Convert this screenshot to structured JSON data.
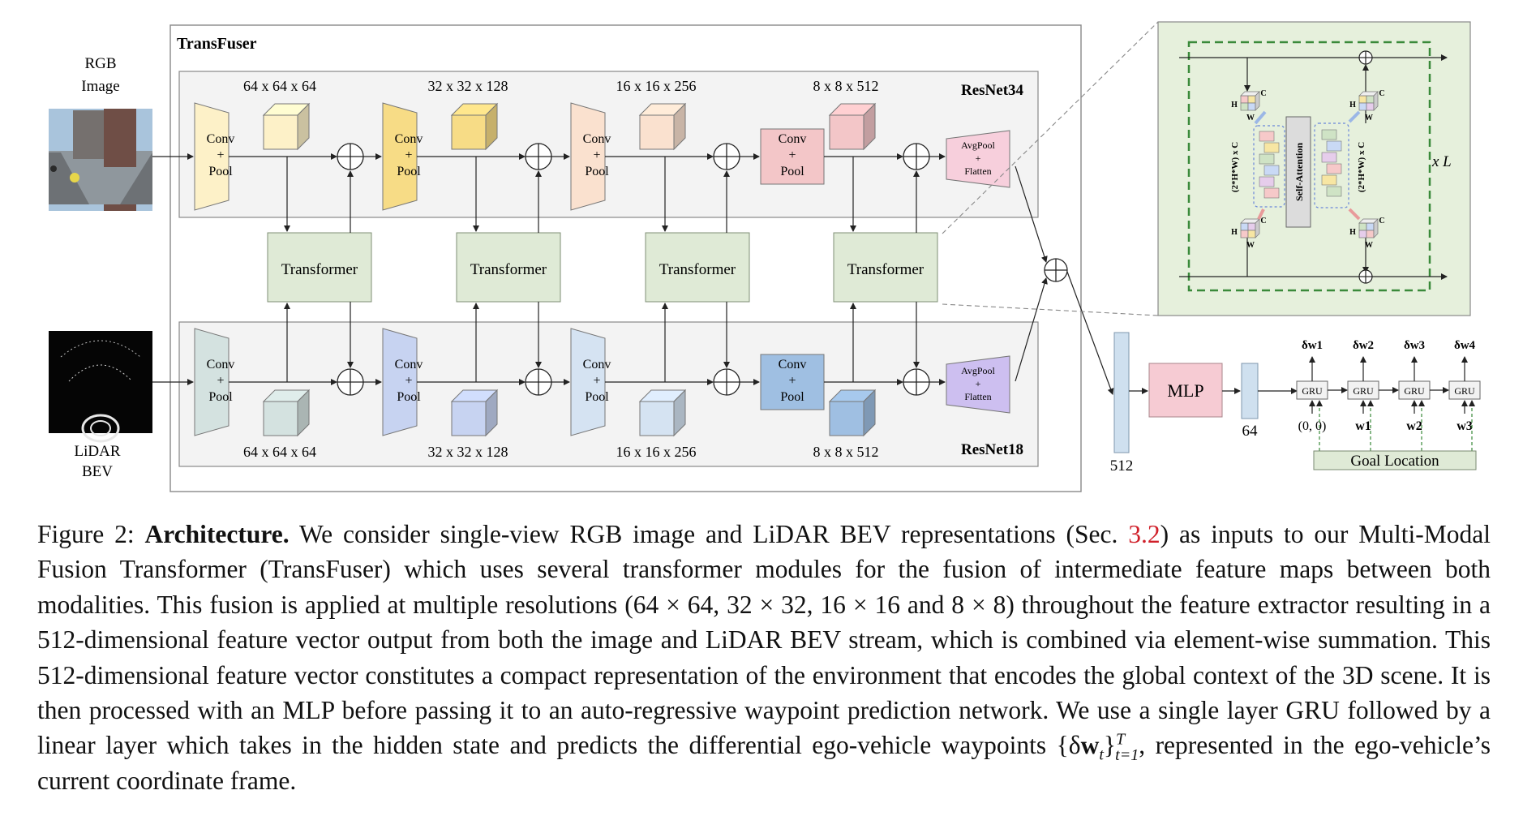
{
  "figure": {
    "transfuser_label": "TransFuser",
    "rgb_input": {
      "line1": "RGB",
      "line2": "Image"
    },
    "lidar_input": {
      "line1": "LiDAR",
      "line2": "BEV"
    },
    "image_backbone": "ResNet34",
    "lidar_backbone": "ResNet18",
    "conv_block": {
      "line1": "Conv",
      "line2": "+",
      "line3": "Pool"
    },
    "avgpool_block": {
      "line1": "AvgPool",
      "line2": "+",
      "line3": "Flatten"
    },
    "transformer_label": "Transformer",
    "feature_dims": [
      "64 x 64 x 64",
      "32 x 32 x 128",
      "16 x 16 x 256",
      "8 x 8 x 512"
    ],
    "fused_vector_dim": "512",
    "mlp_label": "MLP",
    "hidden_dim": "64",
    "gru_label": "GRU",
    "gru_outputs": [
      "δw1",
      "δw2",
      "δw3",
      "δw4"
    ],
    "gru_inputs": [
      "(0, 0)",
      "w1",
      "w2",
      "w3"
    ],
    "goal_location": "Goal Location",
    "inset": {
      "self_attention": "Self-Attention",
      "token_dim": "(2*H*W) x C",
      "repeat": "x L",
      "h": "H",
      "w": "W",
      "c": "C"
    }
  },
  "colors": {
    "stage1_img": "#fdf1c8",
    "stage2_img": "#f7dc86",
    "stage3_img": "#fae1cf",
    "stage4_img": "#f3c6c8",
    "stage1_lid": "#d4e2e0",
    "stage2_lid": "#c7d3f1",
    "stage3_lid": "#d5e3f2",
    "stage4_lid": "#9fbfe2",
    "avgpool_img": "#f7cfdc",
    "avgpool_lid": "#cdbff0",
    "transformer": "#dfead6",
    "inset_bg": "#e6f0dc",
    "inset_dash": "#3a8a3a",
    "ref": "#d0202a"
  },
  "caption": {
    "fig_label": "Figure 2:",
    "title": "Architecture.",
    "s1": "We consider single-view RGB image and LiDAR BEV representations (Sec.",
    "ref": "3.2",
    "s2": ") as inputs to our Multi-Modal Fusion Transformer (TransFuser) which uses several transformer modules for the fusion of intermediate feature maps between both modalities. This fusion is applied at multiple resolutions (64 × 64, 32 × 32, 16 × 16 and 8 × 8) throughout the feature extractor resulting in a 512-dimensional feature vector output from both the image and LiDAR BEV stream, which is combined via element-wise summation. This 512-dimensional feature vector constitutes a compact representation of the environment that encodes the global context of the 3D scene. It is then processed with an MLP before passing it to an auto-regressive waypoint prediction network. We use a single layer GRU followed by a linear layer which takes in the hidden state and predicts the differential ego-vehicle waypoints",
    "s3": ", represented in the ego-vehicle’s current coordinate frame."
  }
}
